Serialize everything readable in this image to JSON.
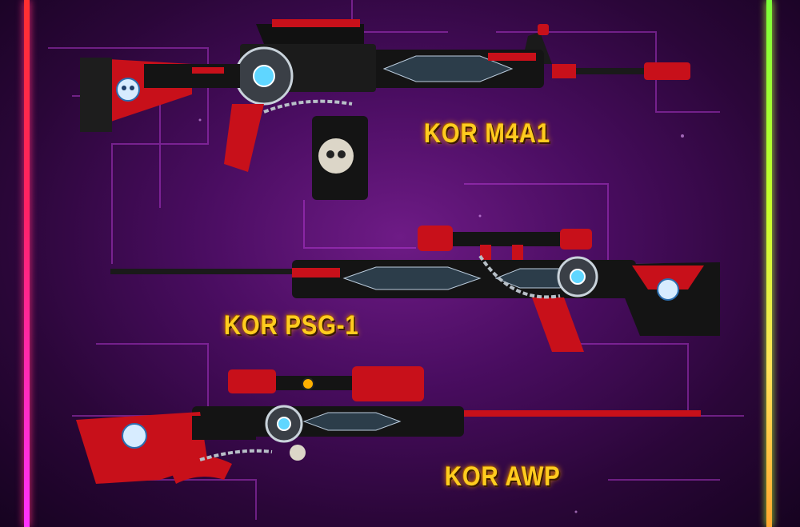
{
  "weapons": [
    {
      "label": "KOR M4A1"
    },
    {
      "label": "KOR PSG-1"
    },
    {
      "label": "KOR AWP"
    }
  ],
  "colors": {
    "background": "#4a0d61",
    "label_text": "#ffcc1f",
    "weapon_red": "#d4121c",
    "weapon_black": "#141414",
    "accent_blue": "#5fd6ff"
  },
  "icons": [
    "skull-emblem-icon",
    "eye-emblem-icon",
    "chain-decoration"
  ]
}
